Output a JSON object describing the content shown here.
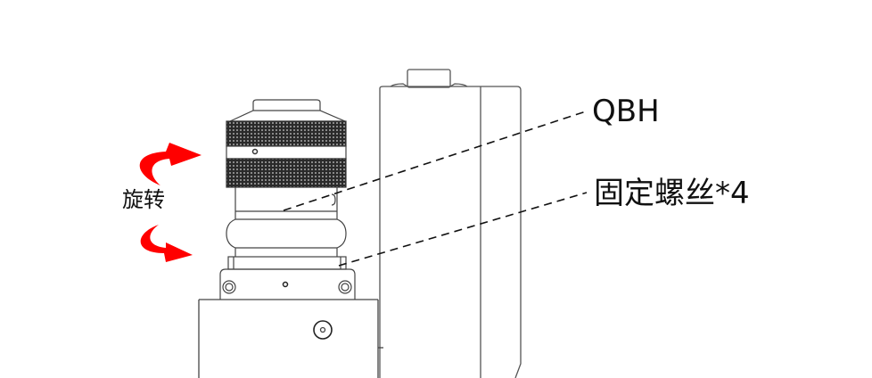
{
  "diagram": {
    "type": "mechanical-line-drawing",
    "subject": "QBH fiber connector mounted on laser head housing",
    "labels": {
      "qbh": "QBH",
      "fixing_screws": "固定螺丝*4",
      "rotate": "旋转"
    },
    "callouts": [
      {
        "name": "qbh-callout",
        "target": "QBH connector body",
        "label_key": "qbh"
      },
      {
        "name": "screw-callout",
        "target": "mounting flange screws",
        "label_key": "fixing_screws"
      }
    ],
    "arrows": [
      {
        "name": "rotate-arrow-top",
        "direction": "clockwise-right",
        "color": "#ff0000"
      },
      {
        "name": "rotate-arrow-bottom",
        "direction": "counterclockwise-right",
        "color": "#ff0000"
      }
    ],
    "colors": {
      "line": "#333333",
      "knurl": "#2a2a2a",
      "arrow": "#ff0000",
      "text": "#111111",
      "background": "#ffffff"
    }
  }
}
